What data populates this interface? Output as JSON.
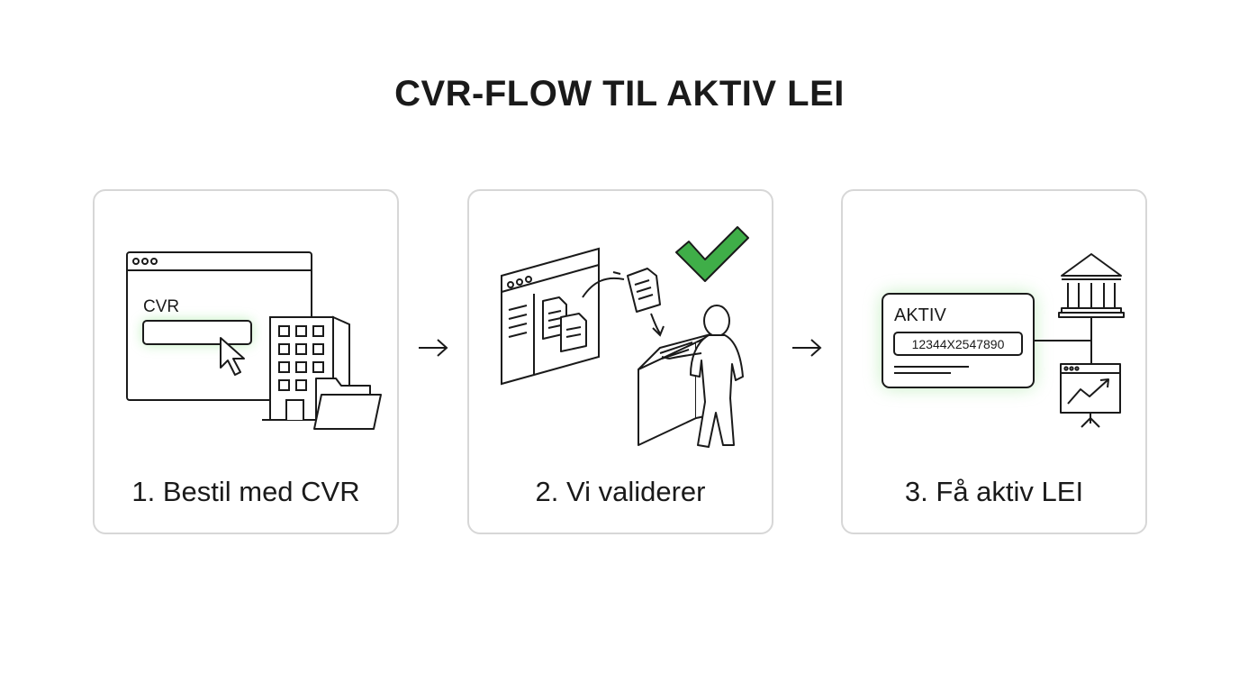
{
  "title": "CVR-FLOW TIL AKTIV LEI",
  "accent_color": "#5fc75a",
  "steps": [
    {
      "caption": "1. Bestil med CVR",
      "field_label": "CVR"
    },
    {
      "caption": "2. Vi validerer"
    },
    {
      "caption": "3. Få aktiv LEI",
      "status_label": "AKTIV",
      "lei_number": "12344X2547890"
    }
  ],
  "icons": [
    "browser-window-icon",
    "cursor-icon",
    "office-building-icon",
    "folder-icon",
    "document-icon",
    "check-mark-icon",
    "person-icon",
    "kiosk-terminal-icon",
    "bank-icon",
    "growth-chart-icon",
    "arrow-right-icon"
  ]
}
